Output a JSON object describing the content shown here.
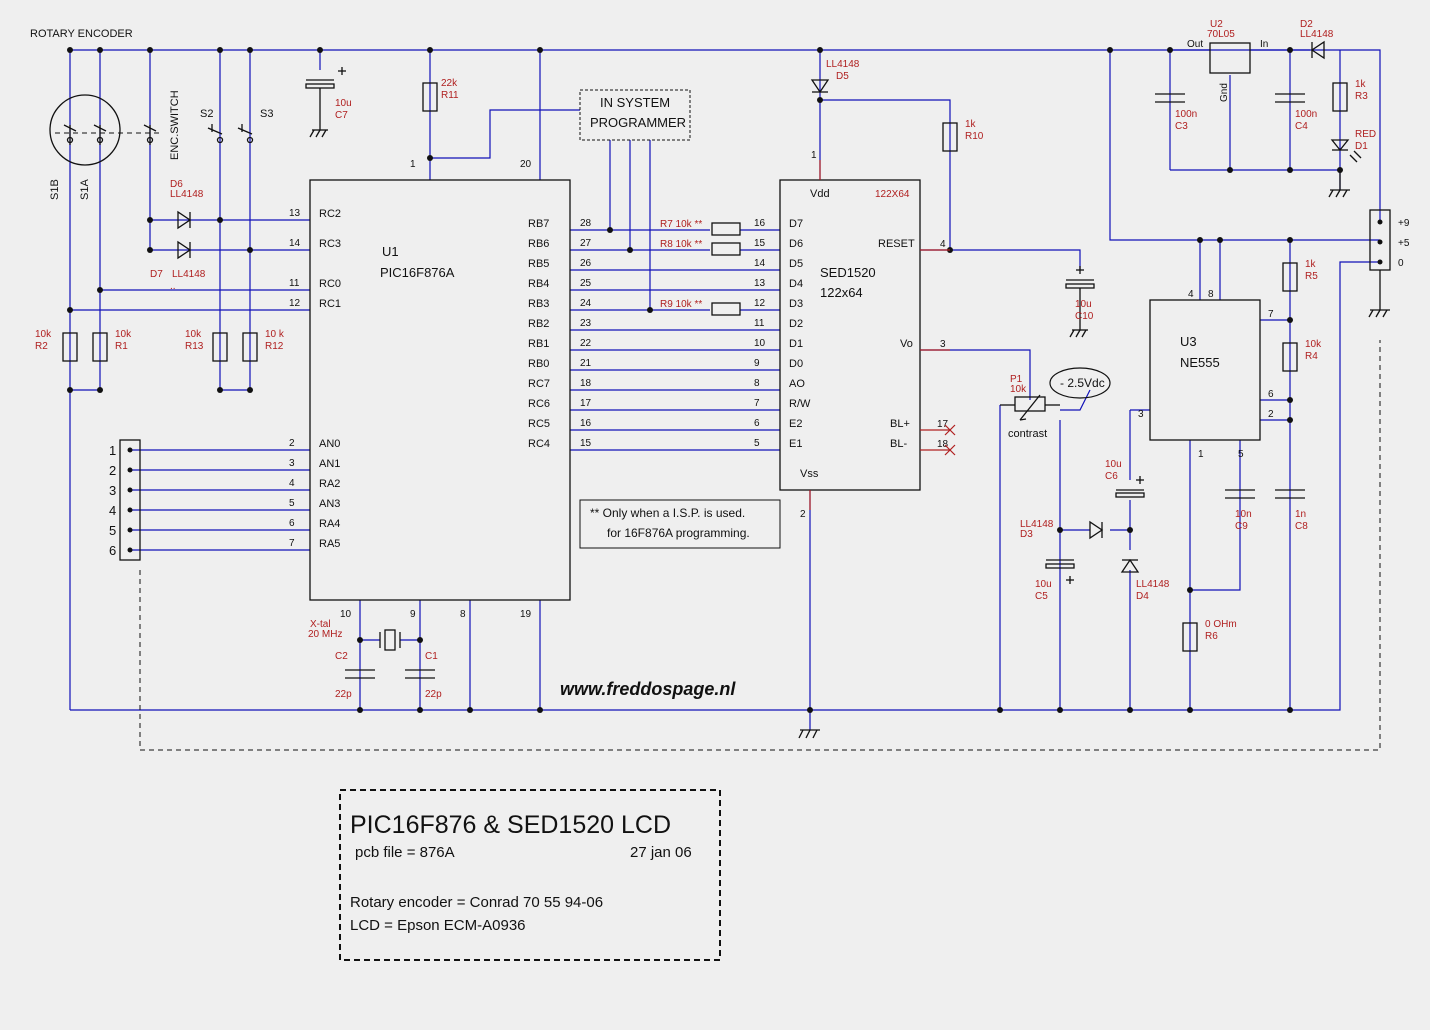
{
  "labels": {
    "rotary_encoder": "ROTARY ENCODER",
    "enc_switch": "ENC.SWITCH",
    "s1b": "S1B",
    "s1a": "S1A",
    "s2": "S2",
    "s3": "S3",
    "website": "www.freddospage.nl",
    "contrast": "contrast",
    "neg_voltage": "- 2.5Vdc",
    "isp_line1": "IN SYSTEM",
    "isp_line2": "PROGRAMMER",
    "note_line1": "** Only when a I.S.P. is used.",
    "note_line2": "for 16F876A programming.",
    "dots": ".."
  },
  "u1": {
    "ref": "U1",
    "part": "PIC16F876A"
  },
  "lcd": {
    "part": "SED1520",
    "size": "122x64",
    "res": "122X64"
  },
  "u2": {
    "ref": "U2",
    "part": "70L05",
    "out": "Out",
    "in": "In",
    "gnd": "Gnd"
  },
  "u3": {
    "ref": "U3",
    "part": "NE555"
  },
  "title_block": {
    "title": "PIC16F876 & SED1520 LCD",
    "pcb": "pcb file = 876A",
    "date": "27 jan 06",
    "encoder": "Rotary encoder = Conrad 70 55 94-06",
    "lcd": "LCD = Epson ECM-A0936"
  },
  "connector_left": [
    "1",
    "2",
    "3",
    "4",
    "5",
    "6"
  ],
  "connector_right": [
    "+9",
    "+5",
    "0"
  ],
  "u1_left_pins": [
    {
      "n": "13",
      "name": "RC2"
    },
    {
      "n": "14",
      "name": "RC3"
    },
    {
      "n": "11",
      "name": "RC0"
    },
    {
      "n": "12",
      "name": "RC1"
    },
    {
      "n": "2",
      "name": "AN0"
    },
    {
      "n": "3",
      "name": "AN1"
    },
    {
      "n": "4",
      "name": "RA2"
    },
    {
      "n": "5",
      "name": "AN3"
    },
    {
      "n": "6",
      "name": "RA4"
    },
    {
      "n": "7",
      "name": "RA5"
    }
  ],
  "u1_right_pins": [
    {
      "n": "28",
      "name": "RB7"
    },
    {
      "n": "27",
      "name": "RB6"
    },
    {
      "n": "26",
      "name": "RB5"
    },
    {
      "n": "25",
      "name": "RB4"
    },
    {
      "n": "24",
      "name": "RB3"
    },
    {
      "n": "23",
      "name": "RB2"
    },
    {
      "n": "22",
      "name": "RB1"
    },
    {
      "n": "21",
      "name": "RB0"
    },
    {
      "n": "18",
      "name": "RC7"
    },
    {
      "n": "17",
      "name": "RC6"
    },
    {
      "n": "16",
      "name": "RC5"
    },
    {
      "n": "15",
      "name": "RC4"
    }
  ],
  "u1_other_pins": {
    "p1": "1",
    "p20": "20",
    "p10": "10",
    "p9": "9",
    "p8": "8",
    "p19": "19"
  },
  "lcd_left_pins": [
    {
      "n": "16",
      "name": "D7"
    },
    {
      "n": "15",
      "name": "D6"
    },
    {
      "n": "14",
      "name": "D5"
    },
    {
      "n": "13",
      "name": "D4"
    },
    {
      "n": "12",
      "name": "D3"
    },
    {
      "n": "11",
      "name": "D2"
    },
    {
      "n": "10",
      "name": "D1"
    },
    {
      "n": "9",
      "name": "D0"
    },
    {
      "n": "8",
      "name": "AO"
    },
    {
      "n": "7",
      "name": "R/W"
    },
    {
      "n": "6",
      "name": "E2"
    },
    {
      "n": "5",
      "name": "E1"
    }
  ],
  "lcd_other": {
    "vdd": "Vdd",
    "vss": "Vss",
    "reset": "RESET",
    "vo": "Vo",
    "blp": "BL+",
    "blm": "BL-",
    "p1": "1",
    "p2": "2",
    "p4": "4",
    "p3": "3",
    "p17": "17",
    "p18": "18"
  },
  "u3_pins": {
    "p4": "4",
    "p8": "8",
    "p7": "7",
    "p6": "6",
    "p2": "2",
    "p3": "3",
    "p1": "1",
    "p5": "5"
  },
  "parts": {
    "r11": [
      "22k",
      "R11"
    ],
    "r10": [
      "1k",
      "R10"
    ],
    "r3": [
      "1k",
      "R3"
    ],
    "r5": [
      "1k",
      "R5"
    ],
    "r4": [
      "10k",
      "R4"
    ],
    "r6": [
      "0 OHm",
      "R6"
    ],
    "r2": [
      "10k",
      "R2"
    ],
    "r1": [
      "10k",
      "R1"
    ],
    "r13": [
      "10k",
      "R13"
    ],
    "r12": [
      "10 k",
      "R12"
    ],
    "r7": "R7  10k **",
    "r8": "R8  10k **",
    "r9": "R9  10k **",
    "c7": [
      "10u",
      "C7"
    ],
    "c3": [
      "100n",
      "C3"
    ],
    "c4": [
      "100n",
      "C4"
    ],
    "c10": [
      "10u",
      "C10"
    ],
    "c6": [
      "10u",
      "C6"
    ],
    "c5": [
      "10u",
      "C5"
    ],
    "c9": [
      "10n",
      "C9"
    ],
    "c8": [
      "1n",
      "C8"
    ],
    "c2": [
      "C2",
      "22p"
    ],
    "c1": [
      "C1",
      "22p"
    ],
    "d5": [
      "LL4148",
      "D5"
    ],
    "d2": [
      "D2",
      "LL4148"
    ],
    "d1": [
      "RED",
      "D1"
    ],
    "d6": [
      "D6",
      "LL4148"
    ],
    "d7": [
      "D7",
      "LL4148"
    ],
    "d3": [
      "LL4148",
      "D3"
    ],
    "d4": [
      "LL4148",
      "D4"
    ],
    "p1": [
      "P1",
      "10k"
    ],
    "xtal": [
      "X-tal",
      "20 MHz"
    ]
  },
  "colors": {
    "wire": "#1010b8",
    "label": "#b02020",
    "ink": "#111111",
    "bg": "#efefef"
  }
}
